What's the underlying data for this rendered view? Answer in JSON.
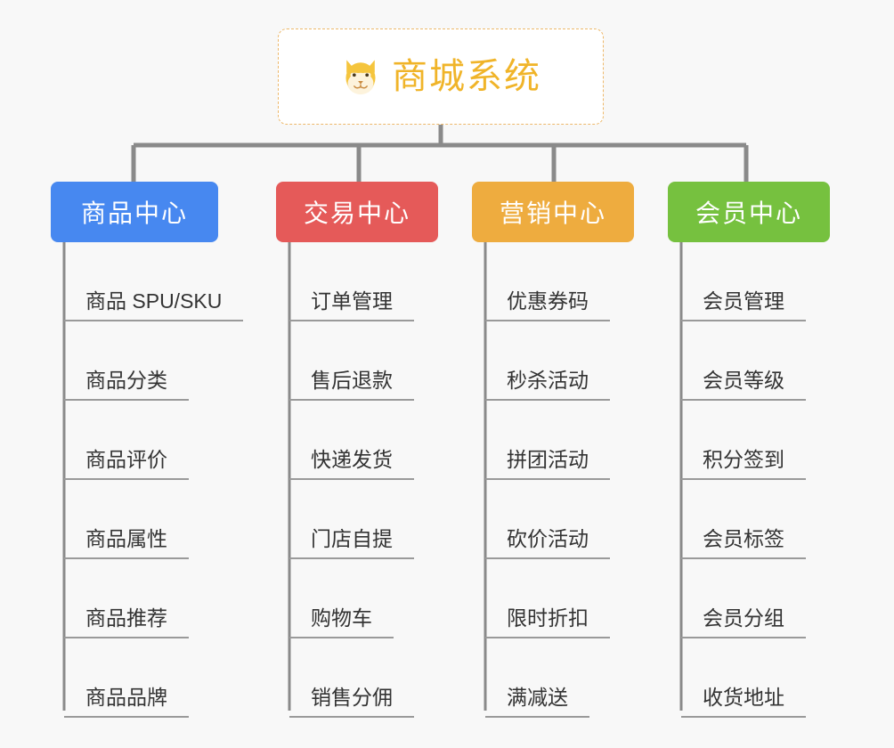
{
  "background_color": "#f8f8f8",
  "root": {
    "title": "商城系统",
    "icon": "dog-face-emoji",
    "text_color": "#f0b429",
    "border_color": "#edb86a",
    "background": "#ffffff"
  },
  "connector_color": "#8a8a8a",
  "branches": [
    {
      "label": "商品中心",
      "color": "#4788f0",
      "items": [
        "商品 SPU/SKU",
        "商品分类",
        "商品评价",
        "商品属性",
        "商品推荐",
        "商品品牌"
      ]
    },
    {
      "label": "交易中心",
      "color": "#e55a59",
      "items": [
        "订单管理",
        "售后退款",
        "快递发货",
        "门店自提",
        "购物车",
        "销售分佣"
      ]
    },
    {
      "label": "营销中心",
      "color": "#eeac3f",
      "items": [
        "优惠券码",
        "秒杀活动",
        "拼团活动",
        "砍价活动",
        "限时折扣",
        "满减送"
      ]
    },
    {
      "label": "会员中心",
      "color": "#76c13f",
      "items": [
        "会员管理",
        "会员等级",
        "积分签到",
        "会员标签",
        "会员分组",
        "收货地址"
      ]
    }
  ]
}
